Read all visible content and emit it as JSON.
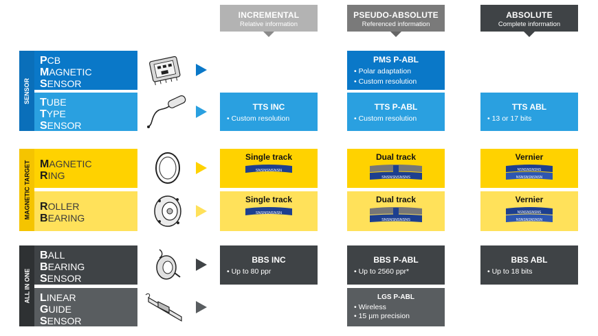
{
  "columns": {
    "incremental": {
      "title": "INCREMENTAL",
      "subtitle": "Relative information"
    },
    "pseudo": {
      "title": "PSEUDO-ABSOLUTE",
      "subtitle": "Referenced information"
    },
    "absolute": {
      "title": "ABSOLUTE",
      "subtitle": "Complete information"
    }
  },
  "groups": {
    "sensor": "SENSOR",
    "magnetic_target": "MAGNETIC TARGET",
    "all_in_one": "ALL IN ONE"
  },
  "rows": {
    "pms": {
      "l1": "P",
      "r1": "CB",
      "l2": "M",
      "r2": "AGNETIC",
      "l3": "S",
      "r3": "ENSOR"
    },
    "tts": {
      "l1": "T",
      "r1": "UBE",
      "l2": "T",
      "r2": "YPE",
      "l3": "S",
      "r3": "ENSOR"
    },
    "mr": {
      "l1": "M",
      "r1": "AGNETIC",
      "l2": "R",
      "r2": "ING"
    },
    "rb": {
      "l1": "R",
      "r1": "OLLER",
      "l2": "B",
      "r2": "EARING"
    },
    "bbs": {
      "l1": "B",
      "r1": "ALL",
      "l2": "B",
      "r2": "EARING",
      "l3": "S",
      "r3": "ENSOR"
    },
    "lgs": {
      "l1": "L",
      "r1": "INEAR",
      "l2": "G",
      "r2": "UIDE",
      "l3": "S",
      "r3": "ENSOR"
    }
  },
  "cells": {
    "pms_pseudo": {
      "title": "PMS P-ABL",
      "b1": "• Polar adaptation",
      "b2": "• Custom resolution"
    },
    "tts_inc": {
      "title": "TTS INC",
      "b1": "• Custom resolution"
    },
    "tts_pseudo": {
      "title": "TTS P-ABL",
      "b1": "• Custom resolution"
    },
    "tts_abs": {
      "title": "TTS ABL",
      "b1": "• 13 or 17 bits"
    },
    "mr_inc": {
      "title": "Single track"
    },
    "mr_pseudo": {
      "title": "Dual track"
    },
    "mr_abs": {
      "title": "Vernier"
    },
    "rb_inc": {
      "title": "Single track"
    },
    "rb_pseudo": {
      "title": "Dual track"
    },
    "rb_abs": {
      "title": "Vernier"
    },
    "bbs_inc": {
      "title": "BBS INC",
      "b1": "• Up to 80 ppr"
    },
    "bbs_pseudo": {
      "title": "BBS P-ABL",
      "b1": "• Up to 2560 ppr*"
    },
    "bbs_abs": {
      "title": "BBS ABL",
      "b1": "• Up to 18 bits"
    },
    "lgs_pseudo": {
      "title": "LGS P-ABL",
      "b1": "• Wireless",
      "b2": "• 15 µm  precision"
    }
  },
  "colors": {
    "blue_dark": "#0a78c8",
    "blue_light": "#2aa0e0",
    "yellow": "#ffd200",
    "yellow_light": "#ffe15a",
    "gray_dark": "#3f4346",
    "gray_mid": "#595d60",
    "head_light": "#b3b3b3",
    "head_mid": "#7a7a7a",
    "head_dark": "#3f4346"
  }
}
